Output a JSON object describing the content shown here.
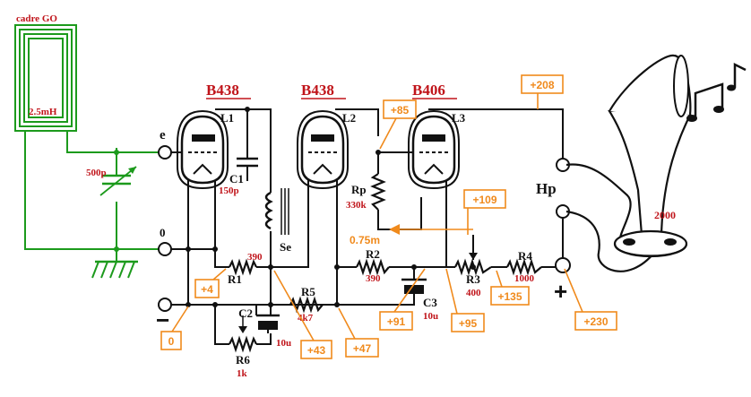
{
  "antenna": {
    "label": "cadre GO",
    "inductance": "2.5mH"
  },
  "tuning_capacitor": {
    "value": "500p"
  },
  "tubes": [
    {
      "type": "B438",
      "tag": "L1"
    },
    {
      "type": "B438",
      "tag": "L2"
    },
    {
      "type": "B406",
      "tag": "L3"
    }
  ],
  "inputs": {
    "e": "e",
    "zero": "0"
  },
  "components": {
    "c1": {
      "name": "C1",
      "value": "150p"
    },
    "se": {
      "name": "Se"
    },
    "rp": {
      "name": "Rp",
      "value": "330k"
    },
    "r1": {
      "name": "R1",
      "value": "390"
    },
    "r2": {
      "name": "R2",
      "value": "390"
    },
    "r3": {
      "name": "R3",
      "value": "400"
    },
    "r4": {
      "name": "R4",
      "value": "1000"
    },
    "r5": {
      "name": "R5",
      "value": "4k7"
    },
    "r6": {
      "name": "R6",
      "value": "1k"
    },
    "c2": {
      "name": "C2",
      "value": "10u"
    },
    "c3": {
      "name": "C3",
      "value": "10u"
    }
  },
  "pot_tap": "0.75m",
  "speaker": {
    "name": "Hp",
    "impedance": "2000"
  },
  "supply": {
    "minus": "−",
    "plus": "+"
  },
  "voltages": {
    "v208": "+208",
    "v85": "+85",
    "v109": "+109",
    "v4": "+4",
    "v135": "+135",
    "v91": "+91",
    "v95": "+95",
    "v230": "+230",
    "v0": "0",
    "v43": "+43",
    "v47": "+47"
  },
  "colors": {
    "wire": "#111111",
    "antenna": "#1c9a1c",
    "tube_label": "#c0141a",
    "voltage": "#f08a1c"
  },
  "icons": [
    "loop-antenna-icon",
    "variable-capacitor-icon",
    "ground-icon",
    "triode-icon",
    "horn-speaker-icon",
    "music-note-icon"
  ]
}
